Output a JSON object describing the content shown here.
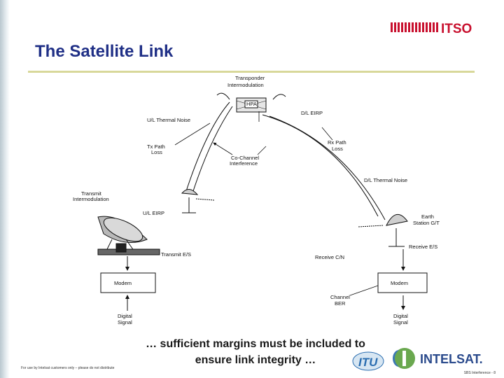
{
  "slide": {
    "title": "The Satellite Link",
    "caption_line1": "… sufficient margins must be included to",
    "caption_line2": "ensure link integrity …",
    "footnote": "For use by Intelsat customers only – please do not distribute",
    "slide_number": "SBS Interference - 8",
    "logos": {
      "itso": "ITSO",
      "intelsat": "INTELSAT.",
      "itu": "ITU"
    }
  },
  "diagram": {
    "labels": {
      "transponder": [
        "Transponder",
        "Intermodulation"
      ],
      "hpa": "HPA",
      "dl_eirp": "D/L EIRP",
      "ul_thermal_noise": "U/L Thermal Noise",
      "tx_path_loss": [
        "Tx Path",
        "Loss"
      ],
      "co_channel": [
        "Co-Channel",
        "Interference"
      ],
      "rx_path_loss": [
        "Rx Path",
        "Loss"
      ],
      "dl_thermal_noise": "D/L Thermal Noise",
      "transmit_intermod": [
        "Transmit",
        "Intermodulation"
      ],
      "ul_eirp": "U/L EIRP",
      "earth_station_gt": [
        "Earth",
        "Station G/T"
      ],
      "transmit_es": "Transmit E/S",
      "receive_es": "Receive E/S",
      "receive_cn": "Receive C/N",
      "modem_left": "Modem",
      "modem_right": "Modem",
      "channel_ber": [
        "Channel",
        "BER"
      ],
      "digital_signal_left": [
        "Digital",
        "Signal"
      ],
      "digital_signal_right": [
        "Digital",
        "Signal"
      ]
    }
  },
  "colors": {
    "title": "#1f2f86",
    "itso_red": "#c8102e",
    "intelsat_blue": "#2a4a8c",
    "rule": "#d8d89a"
  }
}
